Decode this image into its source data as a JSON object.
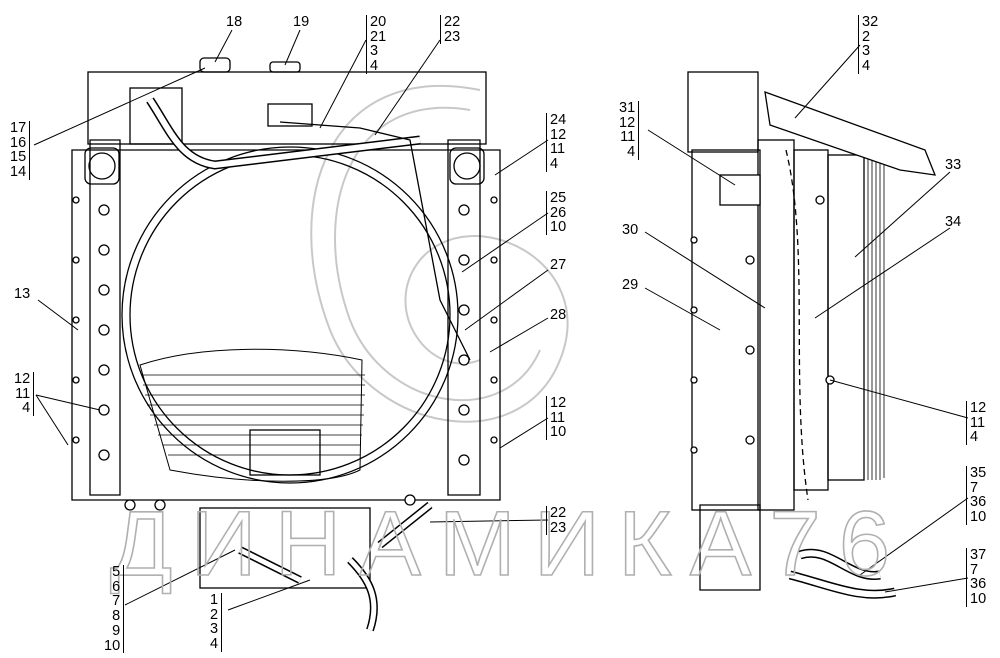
{
  "title": "Radiator assembly parts diagram",
  "watermark": "ДИНАМИКА76",
  "callouts": {
    "g18": [
      "18"
    ],
    "g19": [
      "19"
    ],
    "g20": [
      "20",
      "21",
      "3",
      "4"
    ],
    "g22top": [
      "22",
      "23"
    ],
    "g17": [
      "17",
      "16",
      "15",
      "14"
    ],
    "g13": [
      "13"
    ],
    "g12left": [
      "12",
      "11",
      "4"
    ],
    "g5": [
      "5",
      "6",
      "7",
      "8",
      "9",
      "10"
    ],
    "g1": [
      "1",
      "2",
      "3",
      "4"
    ],
    "g24": [
      "24",
      "12",
      "11",
      "4"
    ],
    "g25": [
      "25",
      "26",
      "10"
    ],
    "g27": [
      "27"
    ],
    "g28": [
      "28"
    ],
    "g12mid": [
      "12",
      "11",
      "10"
    ],
    "g22bot": [
      "22",
      "23"
    ],
    "g31": [
      "31",
      "12",
      "11",
      "4"
    ],
    "g30": [
      "30"
    ],
    "g29": [
      "29"
    ],
    "g32": [
      "32",
      "2",
      "3",
      "4"
    ],
    "g33": [
      "33"
    ],
    "g34": [
      "34"
    ],
    "g12right": [
      "12",
      "11",
      "4"
    ],
    "g35": [
      "35",
      "7",
      "36",
      "10"
    ],
    "g37": [
      "37",
      "7",
      "36",
      "10"
    ]
  }
}
